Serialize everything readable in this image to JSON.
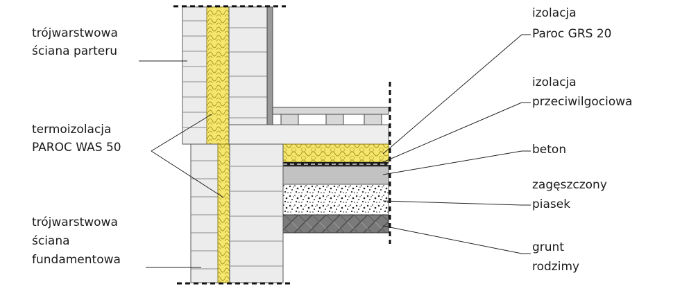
{
  "labels": {
    "wall_ground_floor": [
      "trójwarstwowa",
      "ściana parteru"
    ],
    "thermal_insulation": [
      "termoizolacja",
      "PAROC WAS 50"
    ],
    "wall_foundation": [
      "trójwarstwowa",
      "ściana",
      "fundamentowa"
    ],
    "insulation_grs": [
      "izolacja",
      "Paroc GRS 20"
    ],
    "damp_proofing": [
      "izolacja",
      "przeciwilgociowa"
    ],
    "concrete": [
      "beton"
    ],
    "compacted_sand": [
      "zagęszczony",
      "piasek"
    ],
    "native_soil": [
      "grunt",
      "rodzimy"
    ]
  },
  "colors": {
    "insulation_fill": "#f5e76e",
    "insulation_stroke": "#a8951c",
    "masonry_fill": "#ececec",
    "masonry_line": "#8a8a8a",
    "concrete_fill": "#c2c2c2",
    "soil_fill": "#777777",
    "line": "#222222"
  }
}
